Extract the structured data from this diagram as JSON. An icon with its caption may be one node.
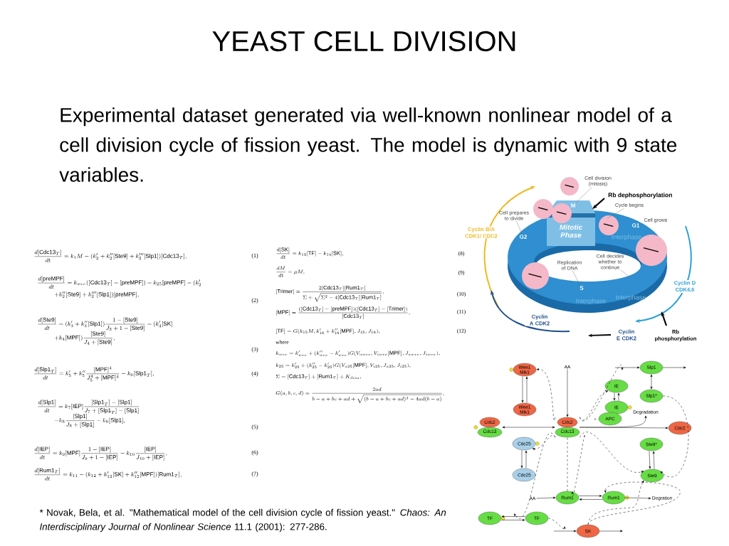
{
  "diagram": {
    "title": "YEAST CELL DIVISION",
    "caption": "* Novak, Bela, et al. \"Mathematical model of the cell division cycle of fission yeast.\" *Chaos: An Interdisciplinary Journal of Nonlinear Science* 11.1 (2001): 277-286.",
    "nodes": [
      {
        "text": [
          "Cell division (mitosis)"
        ]
      },
      {
        "text": [
          "Cycle begins"
        ]
      },
      {
        "text": [
          "Cell prepares to divide"
        ]
      },
      {
        "text": [
          "Cell grows"
        ]
      },
      {
        "text": [
          "Replication of DNA"
        ]
      },
      {
        "text": [
          "Cell decides whether to continue"
        ]
      },
      {
        "text": [
          "Wee1 Mik1"
        ]
      },
      {
        "text": [
          "AA"
        ]
      },
      {
        "text": [
          "Slp1"
        ]
      },
      {
        "text": [
          "IE"
        ]
      },
      {
        "text": [
          "Wee1 Mik1"
        ]
      },
      {
        "text": [
          "IE"
        ]
      },
      {
        "text": [
          "Slp1*"
        ]
      },
      {
        "text": [
          "Cdc2",
          "Cdc13"
        ]
      },
      {
        "text": [
          "APC"
        ]
      },
      {
        "text": [
          "Degradation"
        ]
      },
      {
        "text": [
          "Cdc2",
          "Cdc13"
        ]
      },
      {
        "text": [
          "Cdc2"
        ]
      },
      {
        "text": [
          "Cdc25"
        ]
      },
      {
        "text": [
          "Ste9*"
        ]
      },
      {
        "text": [
          "Cdc25"
        ]
      },
      {
        "text": [
          "Ste9"
        ]
      },
      {
        "text": [
          "AA"
        ]
      },
      {
        "text": [
          "Rum1"
        ]
      },
      {
        "text": [
          "Rum1"
        ]
      },
      {
        "text": [
          "Degration"
        ]
      },
      {
        "text": [
          "TF"
        ]
      },
      {
        "text": [
          "TF"
        ]
      },
      {
        "text": [
          "SK"
        ]
      },
      {
        "text": [
          "M"
        ]
      },
      {
        "text": [
          "G1"
        ]
      },
      {
        "text": [
          "G2"
        ]
      },
      {
        "text": [
          "S"
        ]
      }
    ],
    "edges": [
      {
        "from": 0,
        "to": 29,
        "arrow": "none",
        "color": "#666666"
      },
      {
        "from": 1,
        "to": null,
        "arrow": "none",
        "color": "#666666"
      },
      {
        "from": 2,
        "to": 31,
        "arrow": "none",
        "color": "#666666"
      },
      {
        "from": 3,
        "to": 30,
        "arrow": "none",
        "color": "#666666"
      },
      {
        "from": 4,
        "to": 32,
        "arrow": "none",
        "color": "#666666"
      },
      {
        "from": 5,
        "to": null,
        "arrow": "none",
        "color": "#666666"
      },
      {
        "from": 6,
        "to": 10,
        "arrow": "to"
      },
      {
        "from": 10,
        "to": 6,
        "arrow": "to"
      },
      {
        "from": 13,
        "to": 16,
        "arrow": "both"
      },
      {
        "from": 7,
        "to": 16,
        "arrow": "to"
      },
      {
        "from": 16,
        "to": 6,
        "arrow": "to",
        "style": "dashed"
      },
      {
        "from": null,
        "to": 8,
        "arrow": "to"
      },
      {
        "from": 8,
        "to": null,
        "arrow": "to"
      },
      {
        "from": 16,
        "to": null,
        "arrow": "to",
        "style": "dashed"
      },
      {
        "from": 8,
        "to": 12,
        "arrow": "both"
      },
      {
        "from": 9,
        "to": 11,
        "arrow": "to"
      },
      {
        "from": 11,
        "to": 9,
        "arrow": "to"
      },
      {
        "from": 16,
        "to": 9,
        "arrow": "to",
        "style": "dashed"
      },
      {
        "from": 16,
        "to": 17,
        "arrow": "to"
      },
      {
        "from": 16,
        "to": 15,
        "arrow": "to"
      },
      {
        "from": 19,
        "to": 21,
        "arrow": "to"
      },
      {
        "from": 21,
        "to": 19,
        "arrow": "to"
      },
      {
        "from": 12,
        "to": 21,
        "arrow": "to",
        "style": "dashed"
      },
      {
        "from": 16,
        "to": 21,
        "arrow": "to",
        "style": "dashed"
      },
      {
        "from": 16,
        "to": 18,
        "arrow": "to",
        "style": "dashed"
      },
      {
        "from": 18,
        "to": 20,
        "arrow": "to"
      },
      {
        "from": 20,
        "to": 18,
        "arrow": "to"
      },
      {
        "from": 16,
        "to": null,
        "arrow": "to",
        "style": "dashed"
      },
      {
        "from": 16,
        "to": 23,
        "arrow": "to",
        "style": "dashed"
      },
      {
        "from": 28,
        "to": 24,
        "arrow": "to",
        "style": "dashed"
      },
      {
        "from": 28,
        "to": 21,
        "arrow": "to",
        "style": "dashed"
      },
      {
        "from": 23,
        "to": 16,
        "arrow": "none",
        "style": "dashed"
      },
      {
        "from": 22,
        "to": 23,
        "arrow": "to"
      },
      {
        "from": 23,
        "to": 24,
        "arrow": "to"
      },
      {
        "from": 24,
        "to": 23,
        "arrow": "to"
      },
      {
        "from": 24,
        "to": 25,
        "arrow": "to"
      },
      {
        "from": 27,
        "to": 26,
        "arrow": "to"
      },
      {
        "from": 26,
        "to": 27,
        "arrow": "to"
      },
      {
        "from": 27,
        "to": null,
        "arrow": "to",
        "style": "dashed"
      },
      {
        "from": null,
        "to": 28,
        "arrow": "to"
      },
      {
        "from": 28,
        "to": null,
        "arrow": "to"
      }
    ],
    "labels": [
      "Experimental dataset generated via well-known nonlinear model of a cell division cycle of fission yeast. The model is dynamic with 9 state variables.",
      "\\frac{d[\\mathrm{Cdc13}_T]}{dt}=k_1M-(k_2'+k_2''[\\mathrm{Ste9}]+k_2'''[\\mathrm{Slp1}])[\\mathrm{Cdc13}_T],",
      "(1)",
      "\\begin{array}{l}\\displaystyle\\frac{d[\\mathrm{preMPF}]}{dt}=k_{wee}([\\mathrm{Cdc13}_T]-[\\mathrm{preMPF}])-k_{25}[\\mathrm{preMPF}]-(k_2'\\\\[7pt]\\displaystyle\\qquad\\quad+k_2''[\\mathrm{Ste9}]+k_2'''[\\mathrm{Slp1}])[\\mathrm{preMPF}],\\end{array}",
      "(2)",
      "\\begin{array}{l}\\displaystyle\\frac{d[\\mathrm{Ste9}]}{dt}=(k_3'+k_3''[\\mathrm{Slp1}])\\frac{1-[\\mathrm{Ste9}]}{J_3+1-[\\mathrm{Ste9}]}-(k_4'[\\mathrm{SK}]\\\\[4pt]\\displaystyle\\qquad\\quad+k_4[\\mathrm{MPF}])\\frac{[\\mathrm{Ste9}]}{J_4+[\\mathrm{Ste9}]},\\end{array}",
      "(3)",
      "\\frac{d[\\mathrm{Slp1}_T]}{dt}=k_5'+k_5''\\frac{[\\mathrm{MPF}]^4}{J_5^4+[\\mathrm{MPF}]^4}-k_6[\\mathrm{Slp1}_T],",
      "(4)",
      "\\begin{array}{l}\\displaystyle\\frac{d[\\mathrm{Slp1}]}{dt}=k_7[\\mathrm{IEP}]\\frac{[\\mathrm{Slp1}_T]-[\\mathrm{Slp1}]}{J_7+[\\mathrm{Slp1}_T]-[\\mathrm{Slp1}]}\\\\[4pt]\\displaystyle\\qquad\\quad-k_8\\frac{[\\mathrm{Slp1}]}{J_8+[\\mathrm{Slp1}]}-k_6[\\mathrm{Slp1}],\\end{array}",
      "(5)",
      "\\frac{d[\\mathrm{IEP}]}{dt}=k_9[\\mathrm{MPF}]\\frac{1-[\\mathrm{IEP}]}{J_9+1-[\\mathrm{IEP}]}-k_{10}\\frac{[\\mathrm{IEP}]}{J_{10}+[\\mathrm{IEP}]},",
      "(6)",
      "\\frac{d[\\mathrm{Rum1}_T]}{dt}=k_{11}-(k_{12}+k_{12}'[\\mathrm{SK}]+k_{12}''[\\mathrm{MPF}])[\\mathrm{Rum1}_T],",
      "(7)",
      "\\frac{d[\\mathrm{SK}]}{dt}=k_{13}[\\mathrm{TF}]-k_{14}[\\mathrm{SK}],",
      "(8)",
      "\\frac{dM}{dt}=\\mu M,",
      "(9)",
      "[\\mathrm{Trimer}]=\\frac{2[\\mathrm{Cdc13}_T][\\mathrm{Rum1}_T]}{\\Sigma+\\sqrt{\\Sigma^2-4[\\mathrm{Cdc13}_T][\\mathrm{Rum1}_T]}},",
      "(10)",
      "[\\mathrm{MPF}]=\\frac{([\\mathrm{Cdc13}_T]-[\\mathrm{preMPF}])([\\mathrm{Cdc13}_T]-[\\mathrm{Trimer}])}{[\\mathrm{Cdc13}_T]},",
      "(11)",
      "[\\mathrm{TF}]=G(k_{15}M,k_{16}'+k_{16}''[\\mathrm{MPF}],J_{15},J_{16}),",
      "(12)",
      "where",
      "k_{wee}=k_{wee}'+(k_{wee}''-k_{wee}')G(V_{awee},V_{iwee}[\\mathrm{MPF}],J_{awee},J_{iwee}),",
      "k_{25}=k_{25}'+(k_{25}''-k_{25}')G(V_{a25}[\\mathrm{MPF}],V_{i25},J_{a25},J_{i25}),",
      "\\Sigma=[\\mathrm{Cdc13}_T]+[\\mathrm{Rum1}_T]+K_{diss},",
      "G(a,b,c,d)=\\frac{2ad}{b-a+bc+ad+\\sqrt{(b-a+bc+ad)^2-4ad(b-a)}},",
      "Rb dephosphorylation",
      "Cyclin B/A CDK1/ CDC2",
      "Mitotic Phase",
      "Interphase",
      "Interphase",
      "Interphase",
      "Cyclin D CDK4,6",
      "Cyclin A CDK2",
      "Cyclin E CDK2",
      "Rb phosphorylation",
      "+"
    ]
  }
}
